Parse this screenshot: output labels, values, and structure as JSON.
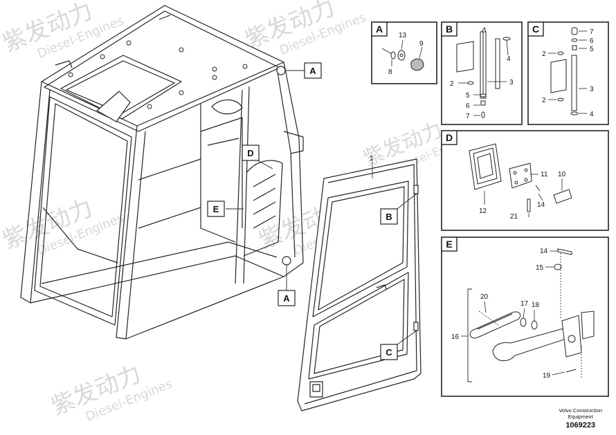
{
  "watermark": {
    "brand": "紫发动力",
    "sub": "Diesel-Engines"
  },
  "callouts": {
    "a_top": "A",
    "a_bottom": "A",
    "b": "B",
    "c": "C",
    "d": "D",
    "e": "E",
    "door_part": "1"
  },
  "panels": {
    "a": {
      "letter": "A",
      "parts": [
        "13",
        "9",
        "8"
      ]
    },
    "b": {
      "letter": "B",
      "parts": [
        "4",
        "3",
        "2",
        "5",
        "6",
        "7"
      ]
    },
    "c": {
      "letter": "C",
      "parts": [
        "7",
        "6",
        "5",
        "2",
        "3",
        "2",
        "4"
      ]
    },
    "d": {
      "letter": "D",
      "parts": [
        "11",
        "10",
        "14",
        "12",
        "21"
      ]
    },
    "e": {
      "letter": "E",
      "parts": [
        "14",
        "15",
        "20",
        "17",
        "18",
        "16",
        "19"
      ]
    }
  },
  "footer": {
    "line1": "Volvo Construction",
    "line2": "Equipment",
    "number": "1069223"
  }
}
